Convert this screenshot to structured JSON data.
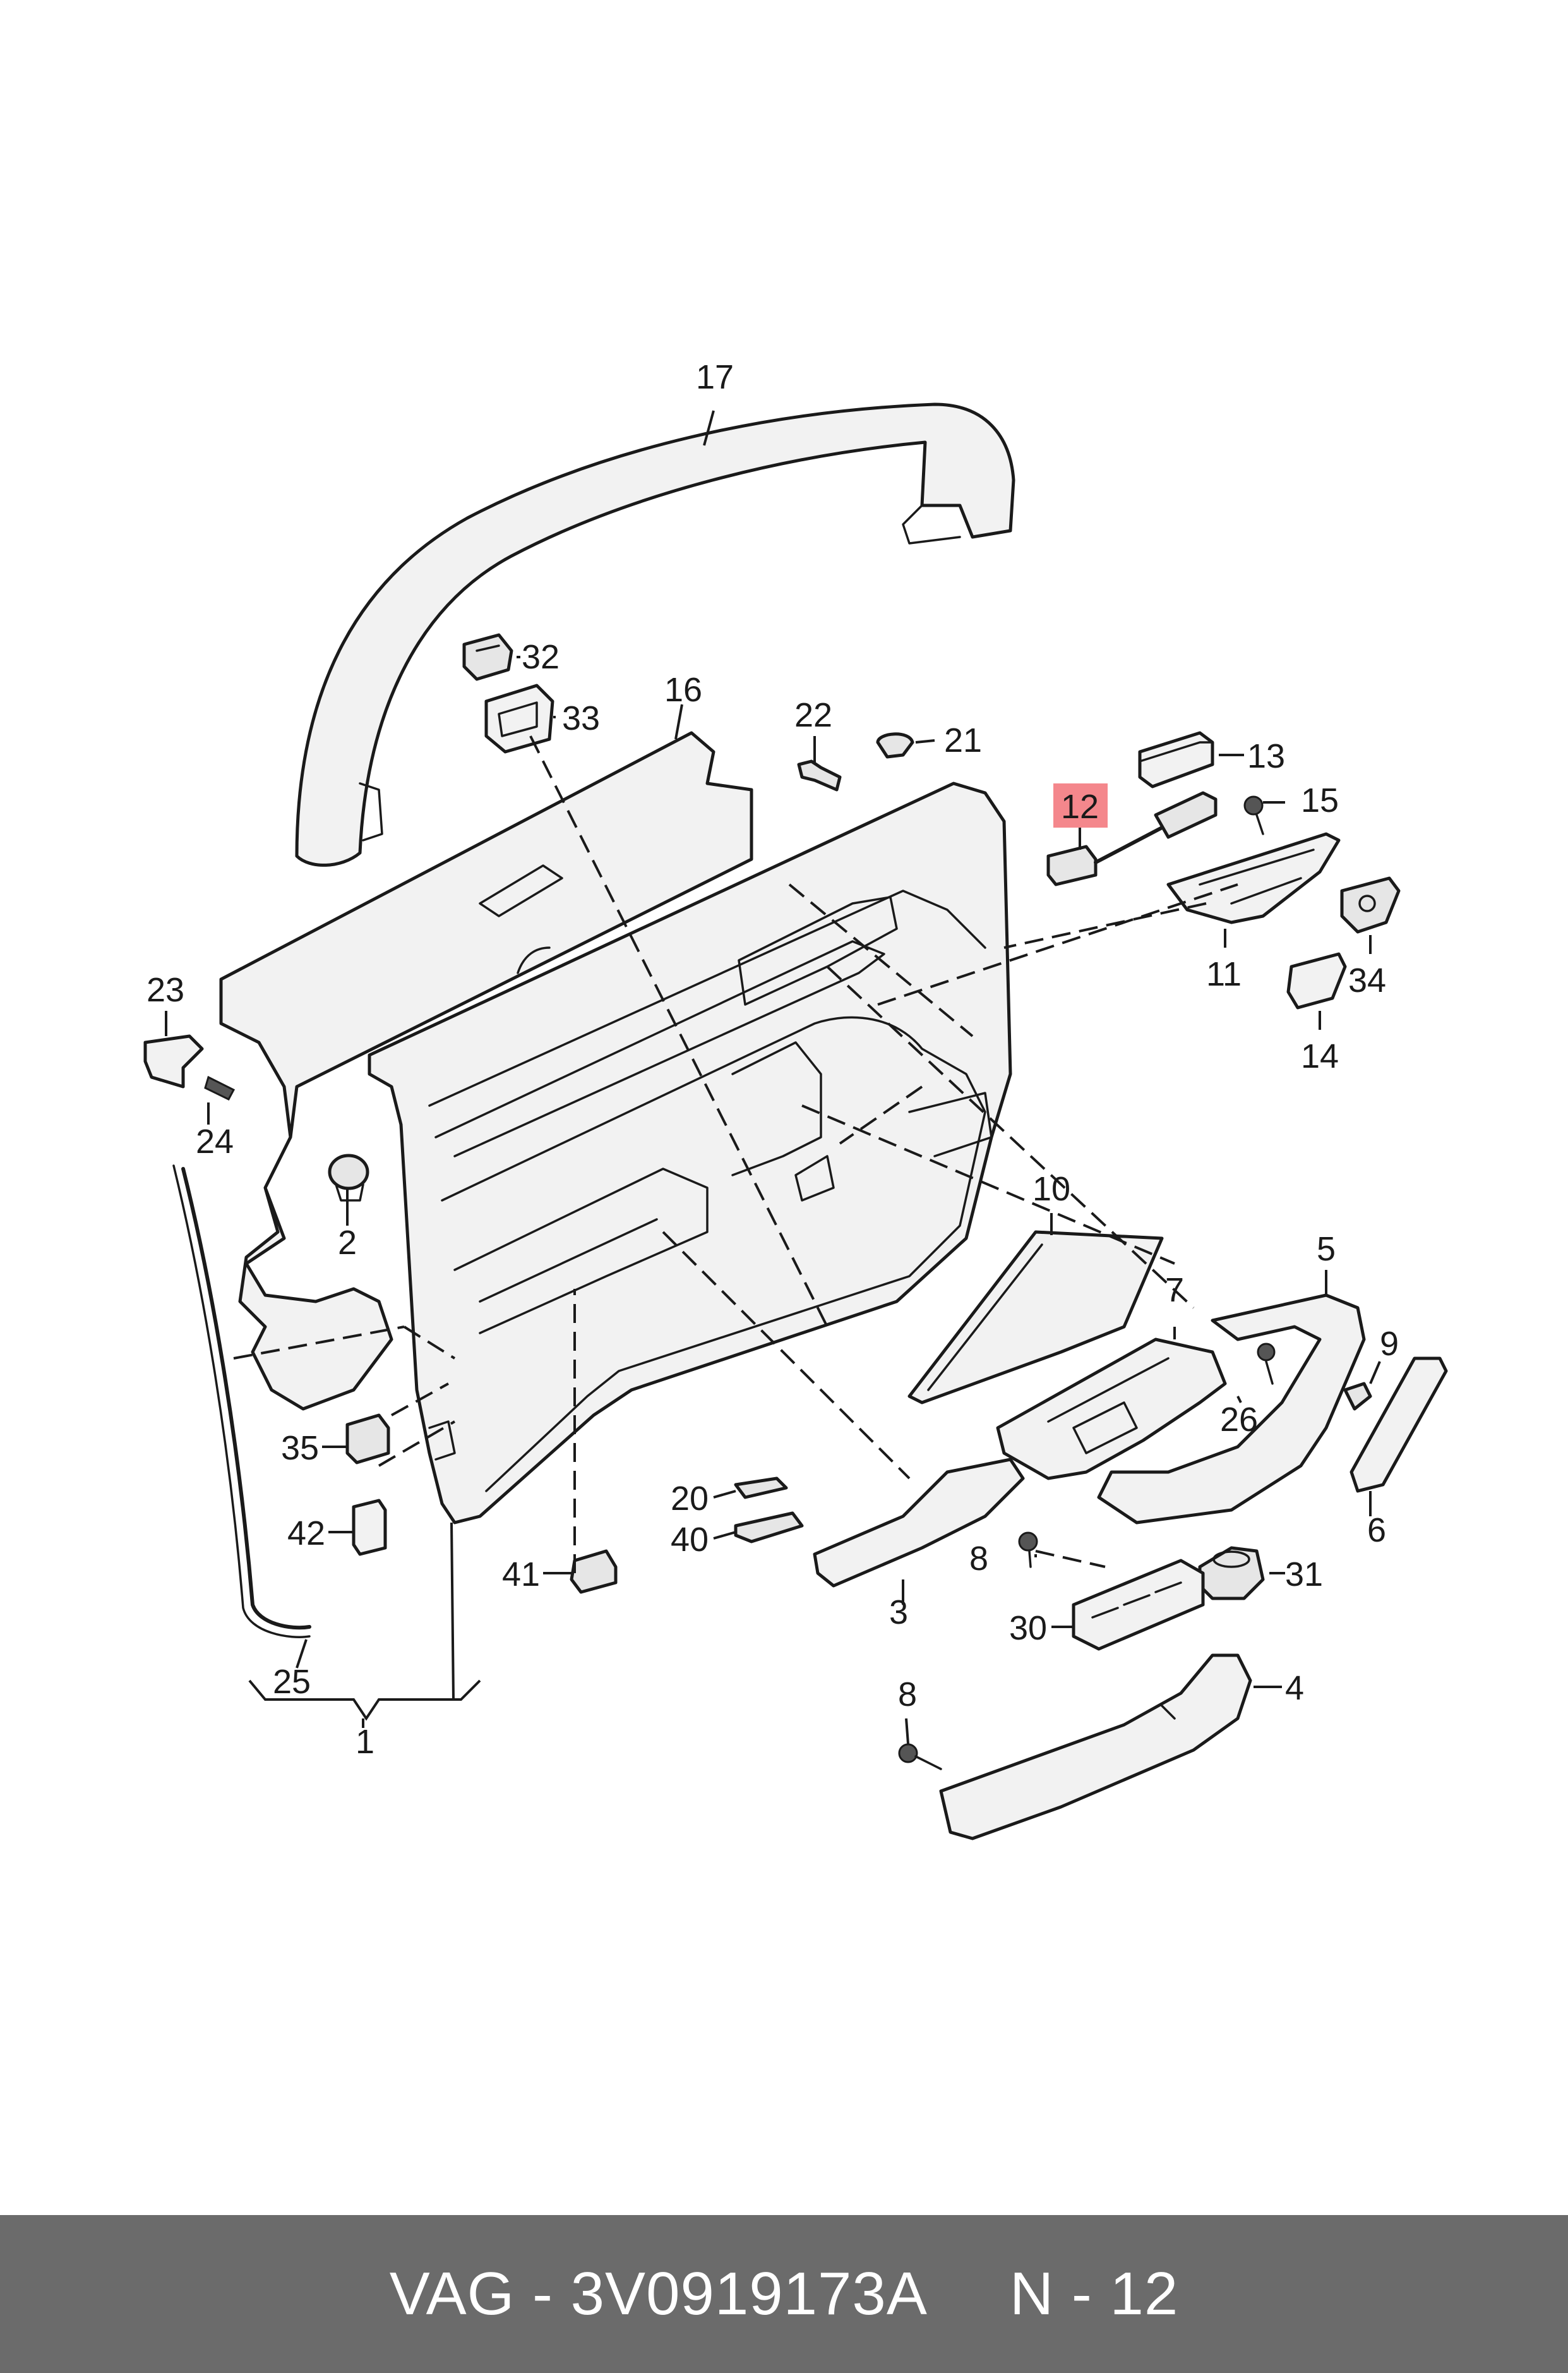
{
  "diagram": {
    "labels": [
      "1",
      "2",
      "3",
      "4",
      "5",
      "6",
      "7",
      "8",
      "8",
      "9",
      "10",
      "11",
      "12",
      "13",
      "14",
      "15",
      "16",
      "17",
      "20",
      "21",
      "22",
      "23",
      "24",
      "25",
      "26",
      "30",
      "31",
      "32",
      "33",
      "34",
      "35",
      "40",
      "41",
      "42"
    ],
    "highlighted_label": "12",
    "highlight_color": "#f4878c"
  },
  "footer": {
    "part_number": "VAG - 3V0919173A",
    "position": "N - 12",
    "background_color": "#6b6b6b"
  }
}
